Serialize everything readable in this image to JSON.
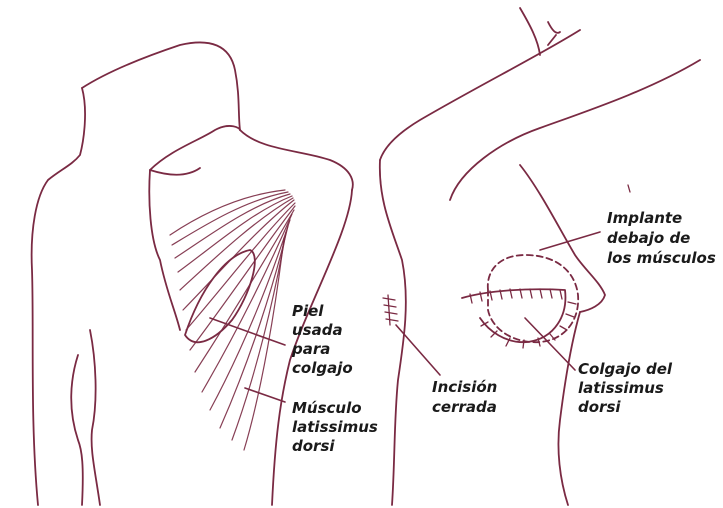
{
  "diagram": {
    "stroke_color": "#7a2a43",
    "text_color": "#1a1a1a",
    "back_view": {
      "label_skin": [
        "Piel",
        "usada",
        "para",
        "colgajo"
      ],
      "label_muscle": [
        "Músculo",
        "latissimus",
        "dorsi"
      ]
    },
    "side_view": {
      "label_implant": [
        "Implante",
        "debajo de",
        "los músculos"
      ],
      "label_incision": [
        "Incisión",
        "cerrada"
      ],
      "label_flap": [
        "Colgajo del",
        "latissimus",
        "dorsi"
      ]
    }
  }
}
